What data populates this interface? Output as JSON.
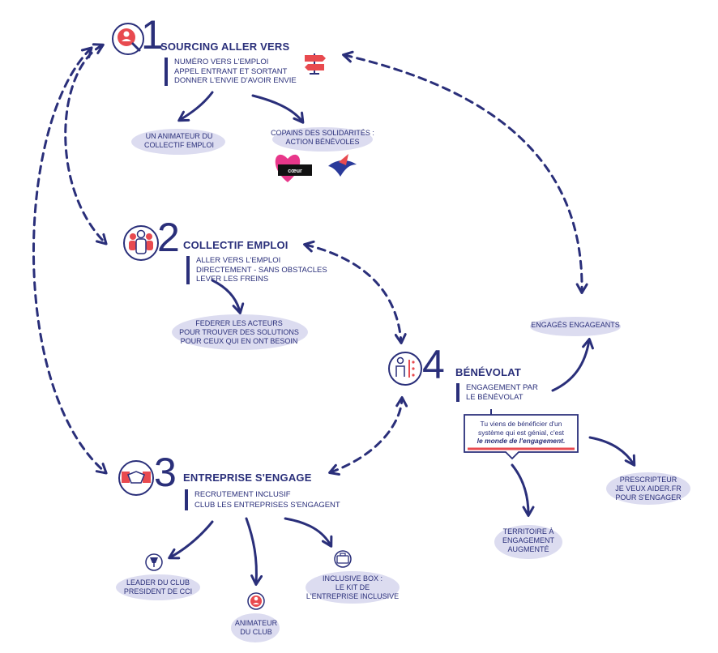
{
  "steps": [
    {
      "number": "1",
      "title": "SOURCING ALLER VERS",
      "lines": [
        "NUMÉRO VERS L'EMPLOI",
        "APPEL ENTRANT ET SORTANT",
        "DONNER L'ENVIE D'AVOIR ENVIE"
      ],
      "icon": "search-person-icon"
    },
    {
      "number": "2",
      "title": "COLLECTIF EMPLOI",
      "lines": [
        "ALLER VERS L'EMPLOI",
        "DIRECTEMENT - SANS OBSTACLES",
        "LEVER LES FREINS"
      ],
      "icon": "group-icon"
    },
    {
      "number": "3",
      "title": "ENTREPRISE S'ENGAGE",
      "lines": [
        "RECRUTEMENT INCLUSIF",
        "CLUB LES ENTREPRISES S'ENGAGENT"
      ],
      "icon": "handshake-icon"
    },
    {
      "number": "4",
      "title": "BÉNÉVOLAT",
      "lines": [
        "ENGAGEMENT PAR",
        "LE BÉNÉVOLAT"
      ],
      "icon": "volunteer-icon"
    }
  ],
  "leaves": {
    "animateur_collectif": [
      "UN ANIMATEUR DU",
      "COLLECTIF EMPLOI"
    ],
    "copains": [
      "COPAINS DES SOLIDARITÉS :",
      "ACTION BÉNÉVOLES"
    ],
    "federer": [
      "FEDERER LES ACTEURS",
      "POUR TROUVER DES SOLUTIONS",
      "POUR CEUX QUI EN ONT BESOIN"
    ],
    "engages": [
      "ENGAGÉS ENGAGEANTS"
    ],
    "leader": [
      "LEADER DU CLUB",
      "PRESIDENT DE CCI"
    ],
    "animateur_club": [
      "ANIMATEUR",
      "DU CLUB"
    ],
    "inclusive_box": [
      "INCLUSIVE BOX :",
      "LE KIT DE",
      "L'ENTREPRISE INCLUSIVE"
    ],
    "territoire": [
      "TERRITOIRE À",
      "ENGAGEMENT",
      "AUGMENTÉ"
    ],
    "prescripteur": [
      "PRESCRIPTEUR",
      "JE VEUX AIDER.FR",
      "POUR S'ENGAGER"
    ]
  },
  "callout": {
    "line1": "Tu viens de bénéficier d'un",
    "line2": "système qui est génial, c'est",
    "emphasis": "le monde de l'engagement."
  },
  "colors": {
    "navy": "#2a2f7a",
    "red": "#e84a4f",
    "cloud": "#dcdcf0"
  }
}
